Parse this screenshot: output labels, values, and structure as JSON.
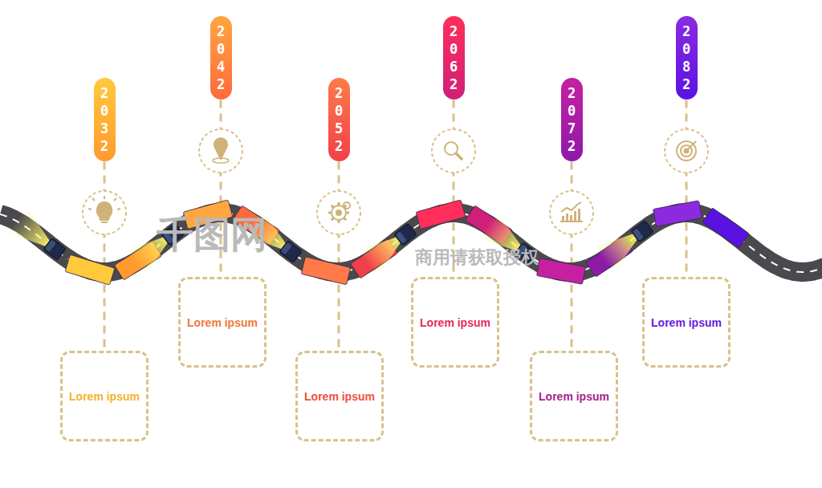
{
  "diagram": {
    "nodes": [
      {
        "text": [
          "2032"
        ]
      },
      {
        "text": [
          "Lorem ipsum"
        ]
      },
      {
        "text": [
          "2042"
        ]
      },
      {
        "text": [
          "Lorem ipsum"
        ]
      },
      {
        "text": [
          "2052"
        ]
      },
      {
        "text": [
          "Lorem ipsum"
        ]
      },
      {
        "text": [
          "2062"
        ]
      },
      {
        "text": [
          "Lorem ipsum"
        ]
      },
      {
        "text": [
          "2072"
        ]
      },
      {
        "text": [
          "Lorem ipsum"
        ]
      },
      {
        "text": [
          "2082"
        ]
      },
      {
        "text": [
          "Lorem ipsum"
        ]
      }
    ],
    "edges": [
      {
        "from": 0,
        "to": 1,
        "arrow": "none"
      },
      {
        "from": 2,
        "to": 3,
        "arrow": "none"
      },
      {
        "from": 4,
        "to": 5,
        "arrow": "none"
      },
      {
        "from": 6,
        "to": 7,
        "arrow": "none"
      },
      {
        "from": 8,
        "to": 9,
        "arrow": "none"
      },
      {
        "from": 10,
        "to": 11,
        "arrow": "none"
      }
    ],
    "labels": [
      "千图网",
      "商用请获取授权"
    ]
  }
}
